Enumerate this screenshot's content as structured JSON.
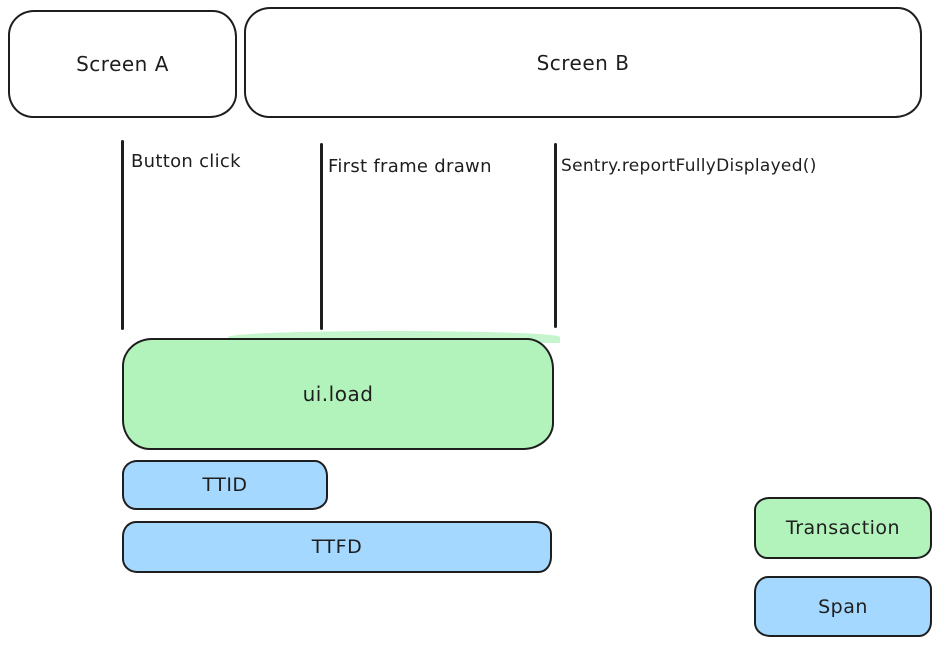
{
  "diagram": {
    "screens": [
      {
        "label": "Screen A"
      },
      {
        "label": "Screen B"
      }
    ],
    "markers": [
      {
        "label": "Button click"
      },
      {
        "label": "First frame drawn"
      },
      {
        "label": "Sentry.reportFullyDisplayed()"
      }
    ],
    "bars": {
      "transaction": {
        "label": "ui.load"
      },
      "ttid": {
        "label": "TTID"
      },
      "ttfd": {
        "label": "TTFD"
      }
    },
    "legend": [
      {
        "label": "Transaction",
        "kind": "transaction"
      },
      {
        "label": "Span",
        "kind": "span"
      }
    ]
  },
  "colors": {
    "transaction_fill": "#b2f2bb",
    "span_fill": "#a5d8ff",
    "stroke": "#1e1e1e",
    "canvas_bg": "#ffffff"
  }
}
